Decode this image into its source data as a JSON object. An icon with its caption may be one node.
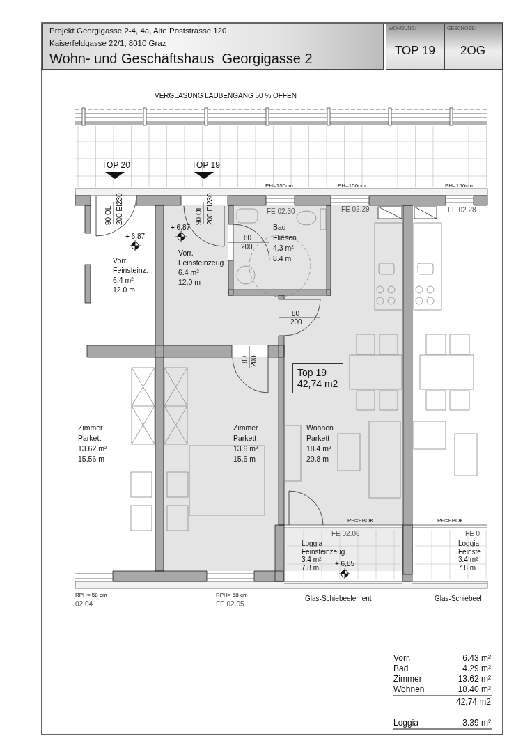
{
  "diagram": {
    "title": "Wohn- und Geschäftshaus  Georgigasse 2",
    "nodes": [
      {
        "text": [
          "Projekt Georgigasse 2-4, 4a, Alte Poststrasse 120",
          "Kaiserfeldgasse 22/1, 8010 Graz"
        ]
      },
      {
        "text": [
          "WOHNUNG:",
          "TOP 19"
        ]
      },
      {
        "text": [
          "GESCHOSS:",
          "2OG"
        ]
      },
      {
        "text": [
          "Vorr.",
          "Feinsteinz.",
          "6.4 m²",
          "12.0 m"
        ]
      },
      {
        "text": [
          "Vorr.",
          "Feinsteinzeug",
          "6.4 m²",
          "12.0 m"
        ]
      },
      {
        "text": [
          "Bad",
          "Fliesen",
          "4.3 m²",
          "8.4 m"
        ]
      },
      {
        "text": [
          "Zimmer",
          "Parkett",
          "13.62 m²",
          "15.56 m"
        ]
      },
      {
        "text": [
          "Zimmer",
          "Parkett",
          "13.6 m²",
          "15.6 m"
        ]
      },
      {
        "text": [
          "Wohnen",
          "Parkett",
          "18.4 m²",
          "20.8 m"
        ]
      },
      {
        "text": [
          "Top 19",
          "42,74 m2"
        ],
        "in": 8
      },
      {
        "text": [
          "Loggia",
          "Feinsteinzeug",
          "3.4 m²",
          "7.8 m"
        ]
      },
      {
        "text": [
          "Loggia",
          "Feinste",
          "3.4 m²",
          "7.8 m"
        ]
      }
    ],
    "labels": [
      "VERGLASUNG LAUBENGANG 50 % OFFEN",
      "TOP 20",
      "TOP 19",
      "PH=150cm",
      "PH=150cm",
      "PH=150cm",
      "90 OL",
      "200 EI230",
      "90 OL",
      "200 EI230",
      "FE 02.30",
      "FE 02.29",
      "FE 02.28",
      "+ 6,87",
      "+ 6,87",
      "80",
      "200",
      "80",
      "200",
      "80",
      "200",
      "PH=FBOK",
      "PH=FBOK",
      "FE 02.06",
      "+ 6,85",
      "FE 0",
      "RPH= 58 cm",
      "02.04",
      "RPH= 58 cm",
      "FE 02.05",
      "Glas-Schiebeelement",
      "Glas-Schiebeel",
      "Vorr.",
      "6.43 m²",
      "Bad",
      "4.29 m²",
      "Zimmer",
      "13.62 m²",
      "Wohnen",
      "18.40 m²",
      "42,74 m2",
      "Loggia",
      "3.39 m²"
    ]
  }
}
